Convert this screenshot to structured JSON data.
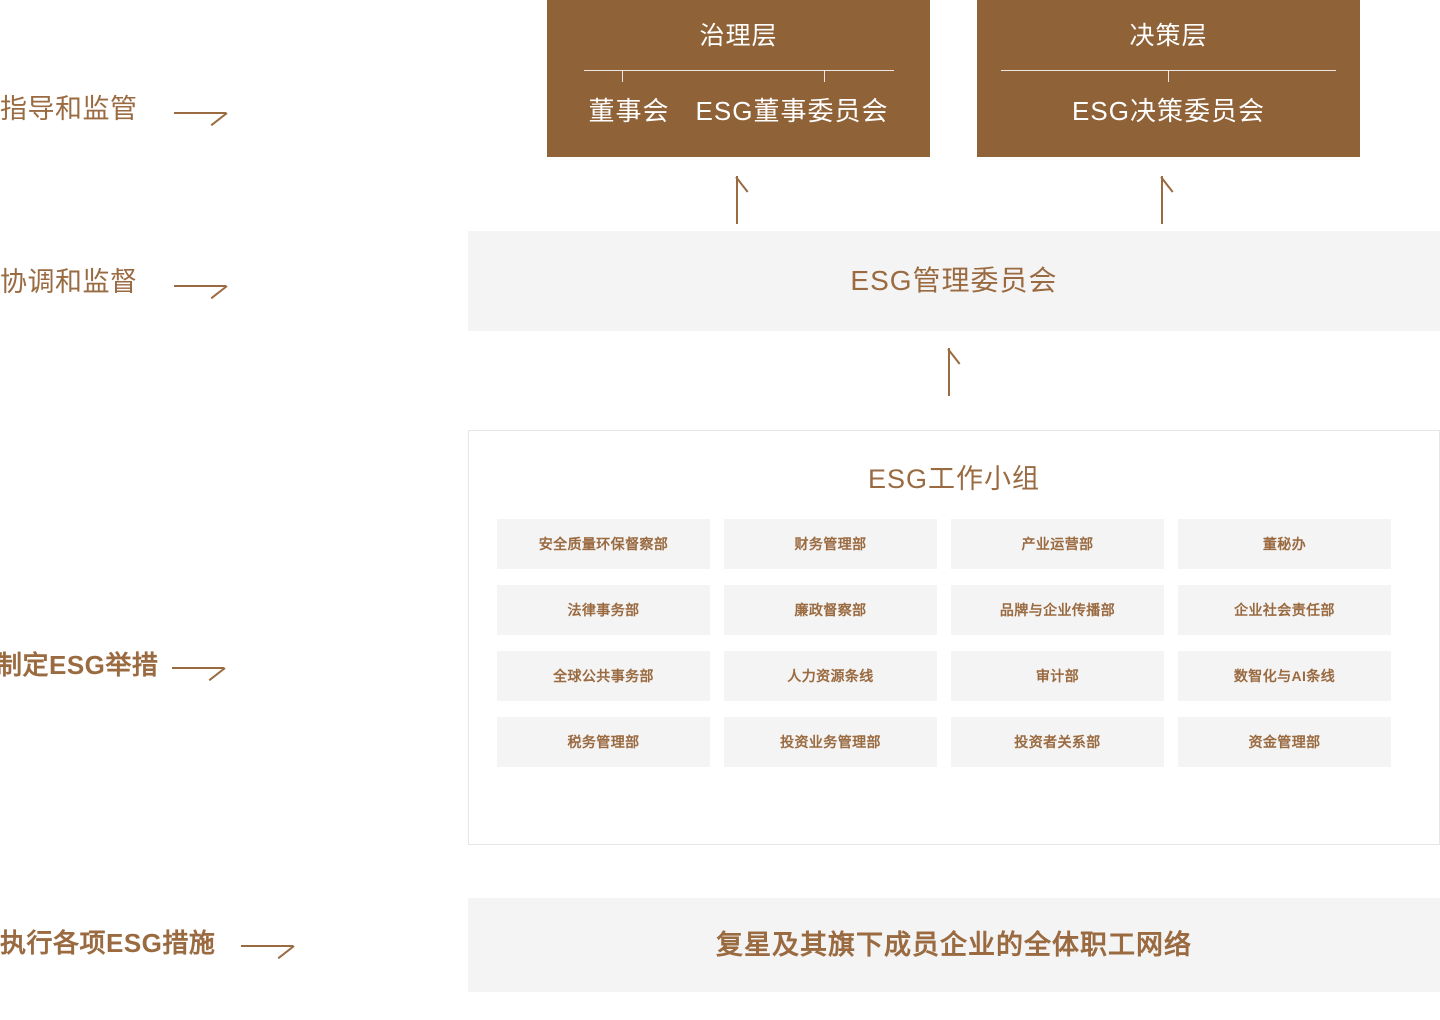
{
  "stages": [
    {
      "label": "指导和监管",
      "bold": false
    },
    {
      "label": "协调和监督",
      "bold": false
    },
    {
      "label": "制定ESG举措",
      "bold": true
    },
    {
      "label": "执行各项ESG措施",
      "bold": true
    }
  ],
  "governance_box": {
    "title": "治理层",
    "items": [
      "董事会",
      "ESG董事委员会"
    ]
  },
  "decision_box": {
    "title": "决策层",
    "items": [
      "ESG决策委员会"
    ]
  },
  "management_bar": {
    "label": "ESG管理委员会"
  },
  "workgroup": {
    "title": "ESG工作小组",
    "departments": [
      "安全质量环保督察部",
      "财务管理部",
      "产业运营部",
      "董秘办",
      "法律事务部",
      "廉政督察部",
      "品牌与企业传播部",
      "企业社会责任部",
      "全球公共事务部",
      "人力资源条线",
      "审计部",
      "数智化与AI条线",
      "税务管理部",
      "投资业务管理部",
      "投资者关系部",
      "资金管理部"
    ]
  },
  "workforce_bar": {
    "label": "复星及其旗下成员企业的全体职工网络"
  },
  "colors": {
    "brand_brown": "#9a6a40",
    "box_brown": "#8f6238",
    "panel_grey": "#f4f4f4",
    "border_grey": "#e6e6e6",
    "white": "#ffffff"
  }
}
